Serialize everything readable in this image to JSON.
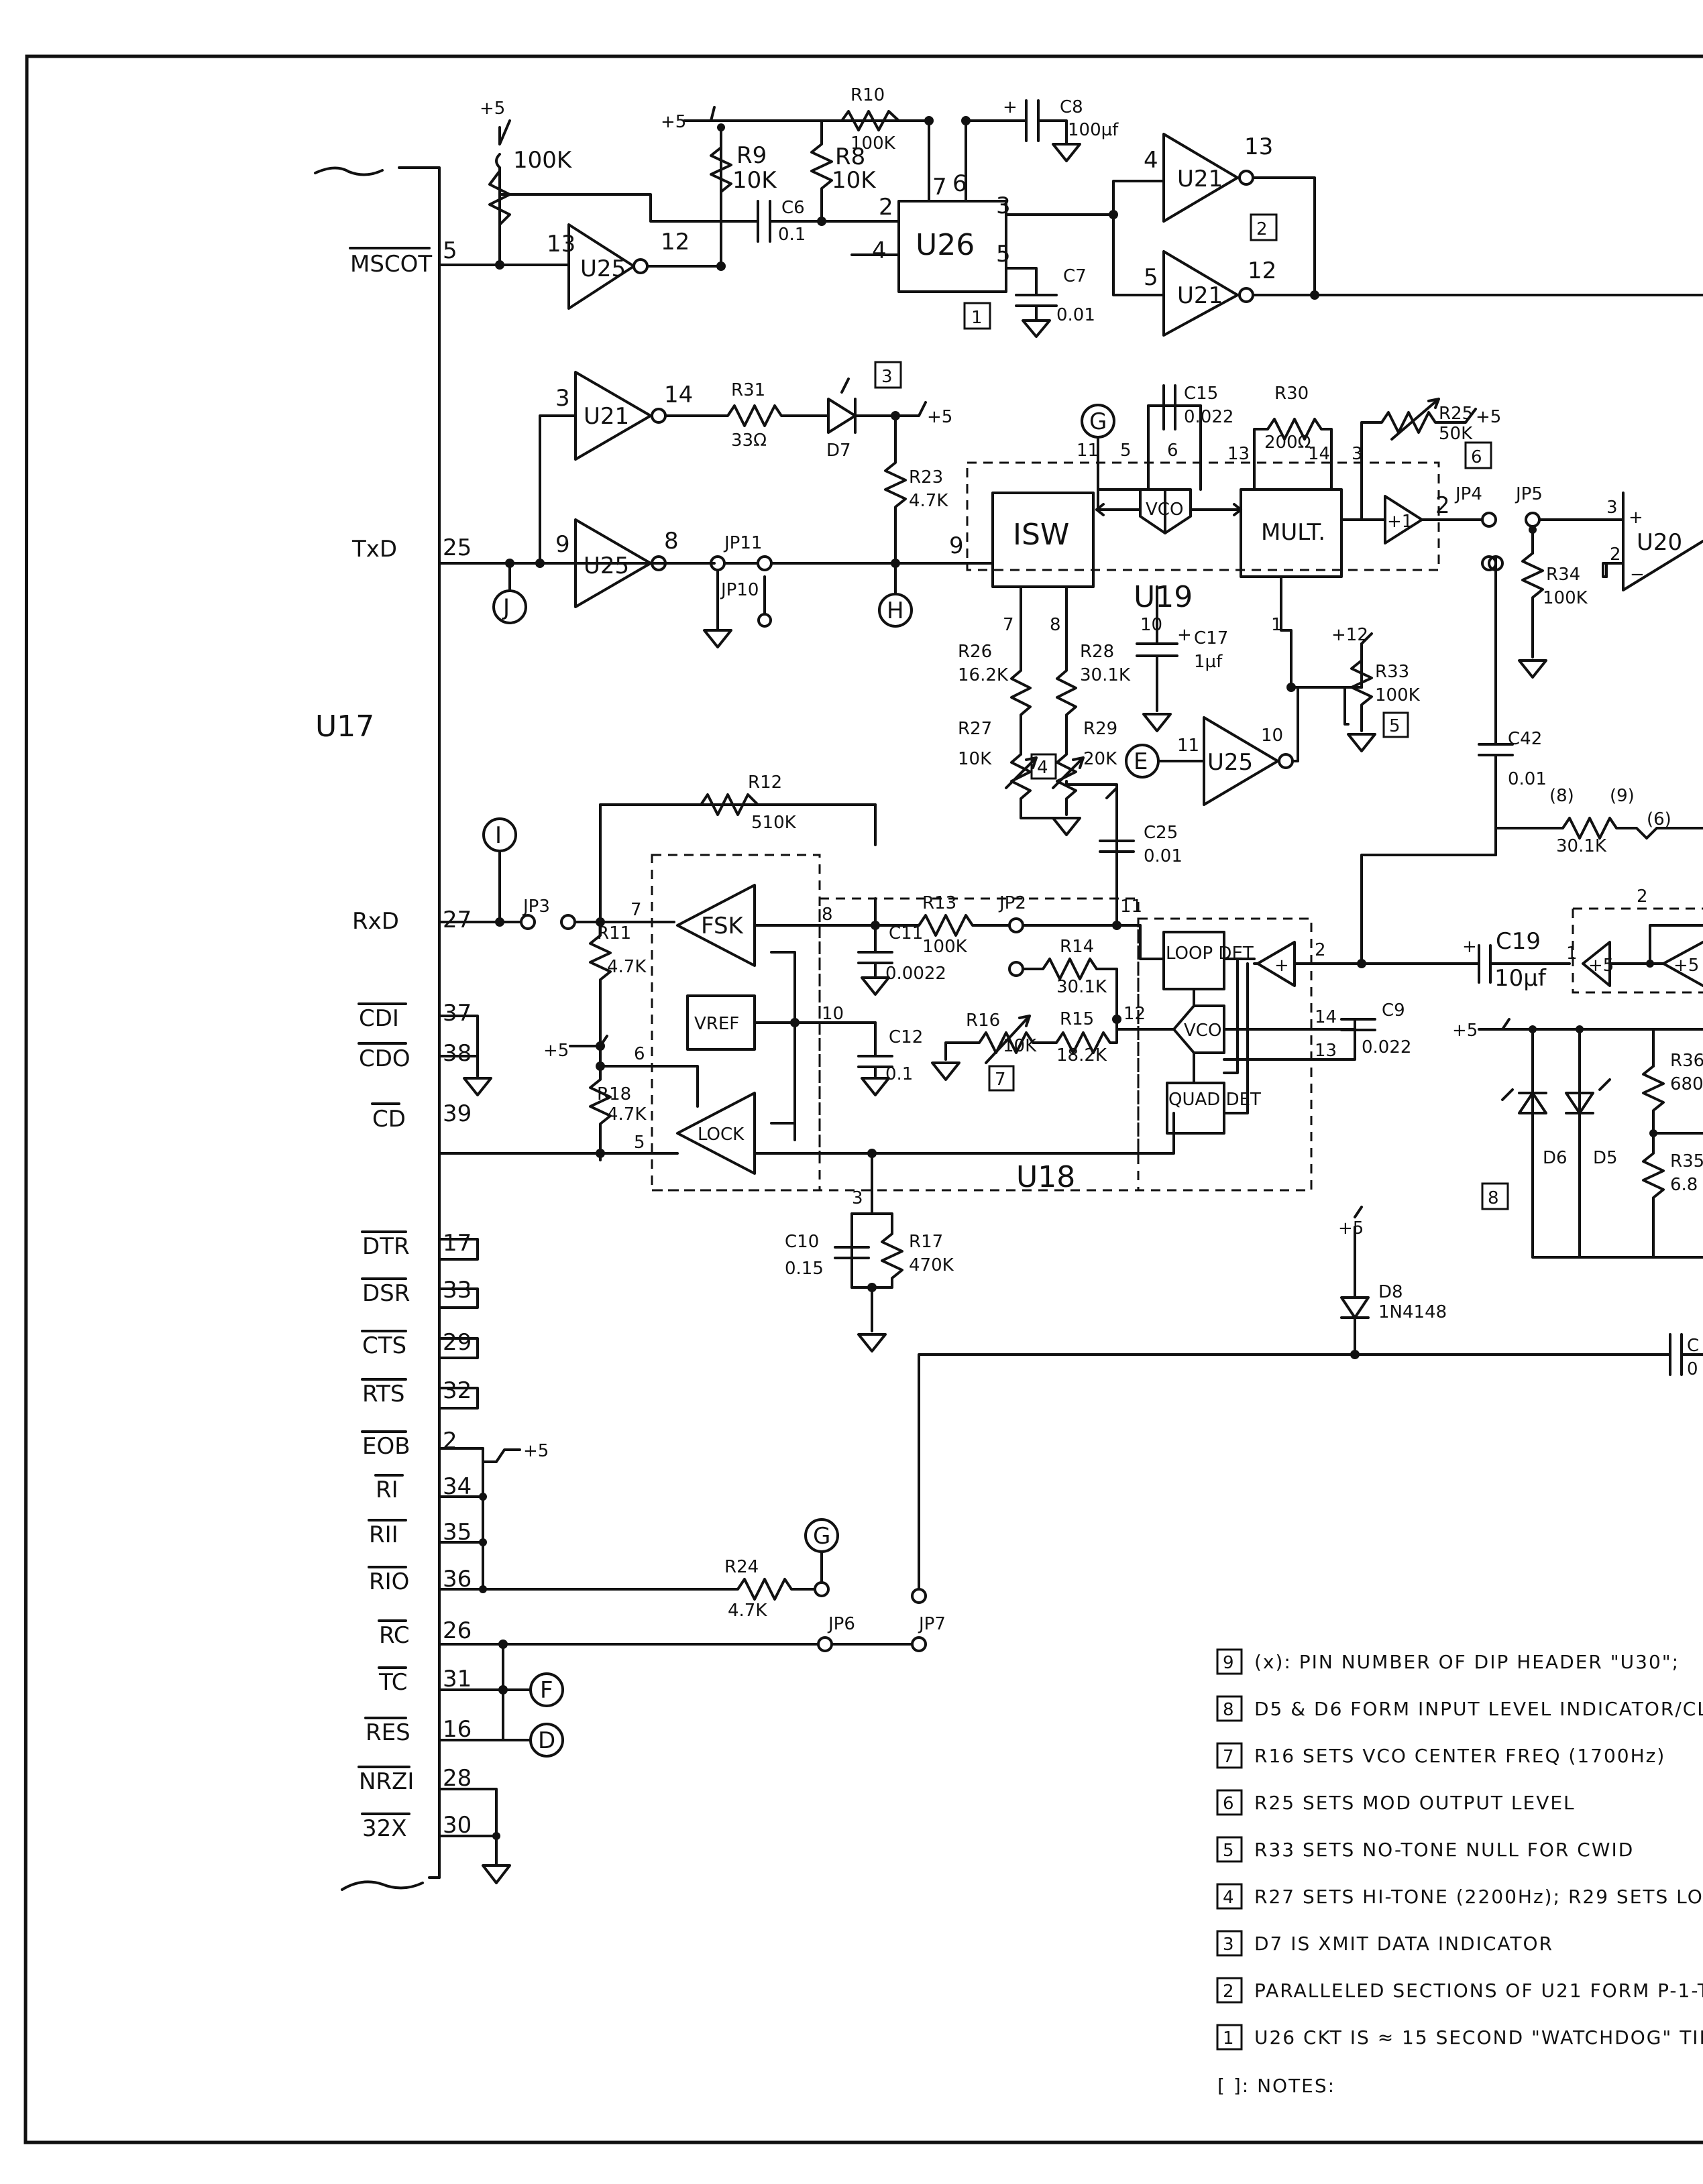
{
  "connector": {
    "name": "U17",
    "pins": [
      {
        "label": "MSCOT",
        "num": "5"
      },
      {
        "label": "TxD",
        "num": "25"
      },
      {
        "label": "RxD",
        "num": "27"
      },
      {
        "label": "CDI",
        "num": "37"
      },
      {
        "label": "CDO",
        "num": "38"
      },
      {
        "label": "CD",
        "num": "39"
      },
      {
        "label": "DTR",
        "num": "17"
      },
      {
        "label": "DSR",
        "num": "33"
      },
      {
        "label": "CTS",
        "num": "29"
      },
      {
        "label": "RTS",
        "num": "32"
      },
      {
        "label": "EOB",
        "num": "2"
      },
      {
        "label": "RI",
        "num": "34"
      },
      {
        "label": "RII",
        "num": "35"
      },
      {
        "label": "RIO",
        "num": "36"
      },
      {
        "label": "RC",
        "num": "26"
      },
      {
        "label": "TC",
        "num": "31"
      },
      {
        "label": "RES",
        "num": "16"
      },
      {
        "label": "NRZI",
        "num": "28"
      },
      {
        "label": "32X",
        "num": "30"
      }
    ]
  },
  "chips": {
    "u25": "U25",
    "u26": "U26",
    "u21": "U21",
    "u19": "U19",
    "u18": "U18",
    "u20": "U20",
    "isw": "ISW",
    "vco": "VCO",
    "mult": "MULT.",
    "buf": "+1",
    "fsk": "FSK",
    "vref": "VREF",
    "lock": "LOCK",
    "loop_det": "LOOP DET",
    "quad_det": "QUAD DET",
    "gain": "+5"
  },
  "components": {
    "r_top": "100K",
    "r9": "R9",
    "r9v": "10K",
    "r8": "R8",
    "r8v": "10K",
    "r10": "R10",
    "r10v": "100K",
    "c6": "C6",
    "c6v": "0.1",
    "c8": "C8",
    "c8v": "100µf",
    "c7": "C7",
    "c7v": "0.01",
    "r31": "R31",
    "r31v": "33Ω",
    "d7": "D7",
    "r23": "R23",
    "r23v": "4.7K",
    "c15": "C15",
    "c15v": "0.022",
    "r30": "R30",
    "r30v": "200Ω",
    "r25": "R25",
    "r25v": "50K",
    "jp4": "JP4",
    "jp5": "JP5",
    "jp10": "JP10",
    "jp11": "JP11",
    "r34": "R34",
    "r34v": "100K",
    "r26": "R26",
    "r26v": "16.2K",
    "r28": "R28",
    "r28v": "30.1K",
    "r27": "R27",
    "r27v": "10K",
    "r29": "R29",
    "r29v": "20K",
    "c17": "C17",
    "c17v": "1µf",
    "r33": "R33",
    "r33v": "100K",
    "c42": "C42",
    "c42v": "0.01",
    "c25": "C25",
    "c25v": "0.01",
    "r12": "R12",
    "r12v": "510K",
    "r13": "R13",
    "r13v": "100K",
    "jp2": "JP2",
    "jp3": "JP3",
    "r14": "R14",
    "r14v": "30.1K",
    "c11": "C11",
    "c11v": "0.0022",
    "c12": "C12",
    "c12v": "0.1",
    "r16": "R16",
    "r16v": "10K",
    "r15": "R15",
    "r15v": "18.2K",
    "r11": "R11",
    "r11v": "4.7K",
    "r18": "R18",
    "r18v": "4.7K",
    "c19": "C19",
    "c19v": "10µf",
    "c9": "C9",
    "c9v": "0.022",
    "c10": "C10",
    "c10v": "0.15",
    "r17": "R17",
    "r17v": "470K",
    "d6": "D6",
    "d5": "D5",
    "d8": "D8",
    "d8v": "1N4148",
    "r24": "R24",
    "r24v": "4.7K",
    "jp6": "JP6",
    "jp7": "JP7",
    "r_8": "(8)",
    "r_9": "(9)",
    "r_6": "(6)",
    "r_30k": "30.1K",
    "r36": "R36",
    "r36v": "680",
    "r35": "R35",
    "r35v": "6.8",
    "c_edge": "C",
    "c_edge_v": "0",
    "v5": "+5",
    "v12": "+12",
    "n_g": "G",
    "n_j": "J",
    "n_h": "H",
    "n_e": "E",
    "n_i": "I",
    "n_f": "F",
    "n_d": "D"
  },
  "notes": {
    "n9": "(x): PIN NUMBER OF DIP HEADER \"U30\";",
    "n8": "D5 & D6 FORM INPUT LEVEL INDICATOR/CLI",
    "n7": "R16 SETS VCO CENTER FREQ (1700Hz)",
    "n6": "R25 SETS MOD OUTPUT LEVEL",
    "n5": "R33 SETS NO-TONE NULL FOR CWID",
    "n4": "R27 SETS HI-TONE (2200Hz); R29 SETS LO",
    "n3": "D7 IS XMIT DATA INDICATOR",
    "n2": "PARALLELED SECTIONS OF U21 FORM P-1-T DRIV",
    "n1": "U26 CKT IS ≈ 15 SECOND \"WATCHDOG\" TIM",
    "n0": "[ ]: NOTES:"
  }
}
